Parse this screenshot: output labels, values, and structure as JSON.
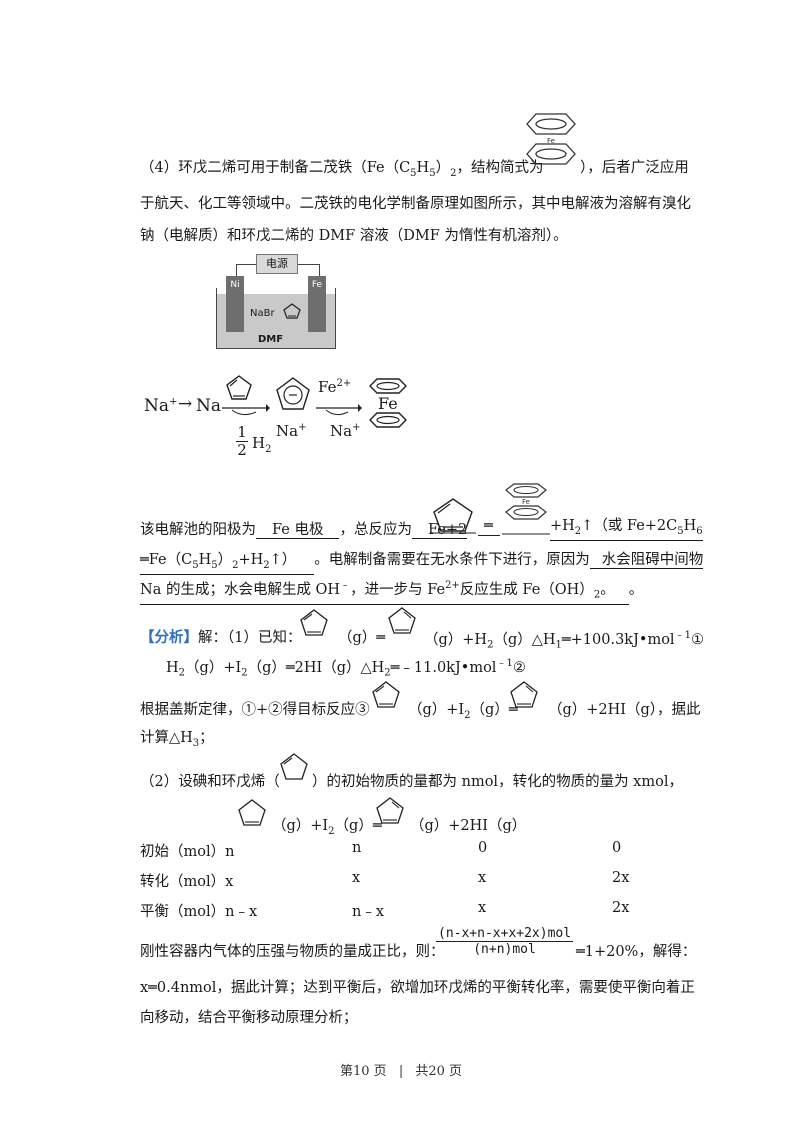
{
  "part4": {
    "line1a": "（4）环戊二烯可用于制备二茂铁（Fe（C",
    "line1_s1": "5",
    "line1_h": "H",
    "line1_s2": "5",
    "line1b": "）",
    "line1_s3": "2",
    "line1c": "，结构简式为",
    "line1d": "），后者广泛应用",
    "line2": "于航天、化工等领域中。二茂铁的电化学制备原理如图所示，其中电解液为溶解有溴化",
    "line3": "钠（电解质）和环戊二烯的 DMF 溶液（DMF 为惰性有机溶剂）。"
  },
  "cell_diagram": {
    "power": "电源",
    "left_electrode": "Ni",
    "right_electrode": "Fe",
    "electrolyte": "NaBr",
    "solvent": "DMF"
  },
  "mechanism": {
    "na_plus": "Na",
    "plus_sign": "+",
    "na": "Na",
    "half_num": "1",
    "half_den": "2",
    "h2": "H",
    "h2_sub": "2",
    "na_plus_label": "Na",
    "fe2_label": "Fe",
    "fe2_charge": "2+",
    "na_plus_label2": "Na",
    "fe_label": "Fe"
  },
  "answer": {
    "anode_text": "该电解池的阳极为",
    "anode_answer": "Fe 电极",
    "total_text": "，总反应为",
    "eq_fe": "Fe+2",
    "eq_equals": "═",
    "eq_rest": "+H",
    "eq_rest_sub": "2",
    "eq_alt": "↑（或 Fe+2C",
    "eq_alt_s1": "5",
    "eq_alt_h": "H",
    "eq_alt_s2": "6",
    "eq2a": "═Fe（C",
    "eq2_s1": "5",
    "eq2_h": "H",
    "eq2_s2": "5",
    "eq2b": "）",
    "eq2_s3": "2",
    "eq2c": "+H",
    "eq2_s4": "2",
    "eq2d": "↑）",
    "cond_text": "。电解制备需要在无水条件下进行，原因为",
    "reason1": "水会阻碍中间物",
    "reason2a": "Na 的生成；水会电解生成 OH",
    "reason2_sup": "﹣",
    "reason2b": "，进一步与 Fe",
    "reason2_sup2": "2+",
    "reason2c": "反应生成 Fe（OH）",
    "reason2_sub": "2",
    "reason2d": "。",
    "end": "。"
  },
  "analysis": {
    "tag": "【分析】",
    "l1a": "解：（1）已知：",
    "l1b": "（g）═",
    "l1c": "（g）+H",
    "l1_s1": "2",
    "l1d": "（g）△H",
    "l1_s2": "1",
    "l1e": "═+100.3kJ•mol",
    "l1_sup": "﹣1",
    "l1f": "①",
    "l2a": "H",
    "l2_s1": "2",
    "l2b": "（g）+I",
    "l2_s2": "2",
    "l2c": "（g）═2HI（g）△H",
    "l2_s3": "2",
    "l2d": "═﹣11.0kJ•mol",
    "l2_sup": "﹣1",
    "l2e": "②",
    "l3a": "根据盖斯定律，①+②得目标反应③",
    "l3b": "（g）+I",
    "l3_s1": "2",
    "l3c": "（g）═",
    "l3d": "（g）+2HI（g），据此",
    "l4": "计算△H",
    "l4_s": "3",
    "l4b": "；",
    "l5a": "（2）设碘和环戊烯（",
    "l5b": "）的初始物质的量都为 nmol，转化的物质的量为 xmol，",
    "l6a": "（g）+I",
    "l6_s": "2",
    "l6b": "（g）═",
    "l6c": "（g）+2HI（g）",
    "table": [
      [
        "初始（mol）n",
        "n",
        "0",
        "0"
      ],
      [
        "转化（mol）x",
        "x",
        "x",
        "2x"
      ],
      [
        "平衡（mol）n﹣x",
        "n﹣x",
        "x",
        "2x"
      ]
    ],
    "l7a": "刚性容器内气体的压强与物质的量成正比，则：",
    "frac_num": "(n-x+n-x+x+2x)mol",
    "frac_den": "(n+n)mol",
    "l7b": "═1+20%，解得：",
    "l8": "x═0.4nmol，据此计算；达到平衡后，欲增加环戊烯的平衡转化率，需要使平衡向着正",
    "l9": "向移动，结合平衡移动原理分析；"
  },
  "footer": {
    "page": "第10 页",
    "sep": "|",
    "total": "共20 页"
  }
}
